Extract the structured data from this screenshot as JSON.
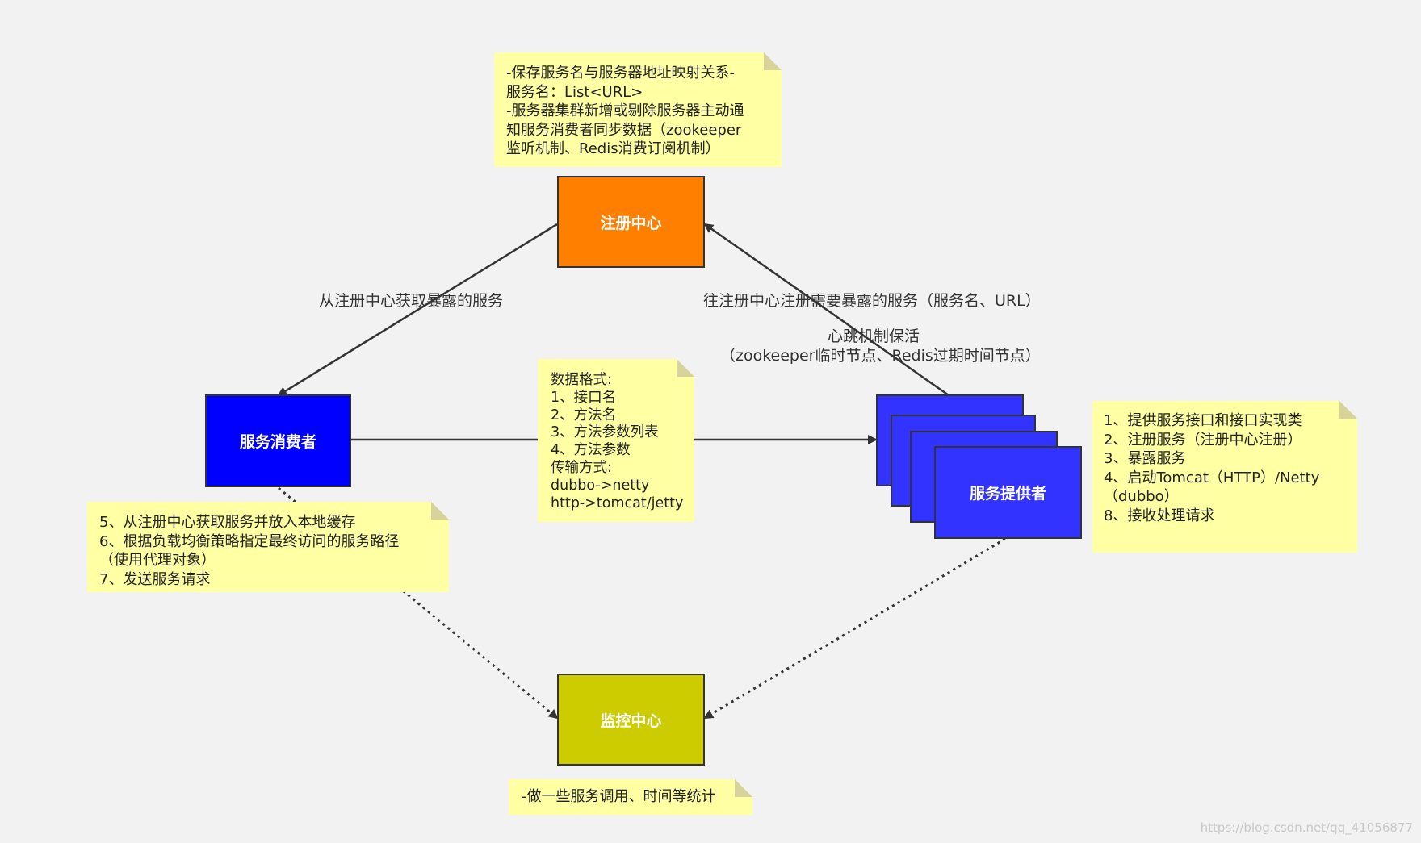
{
  "nodes": {
    "registry": {
      "label": "注册中心",
      "color": "#ff8000"
    },
    "consumer": {
      "label": "服务消费者",
      "color": "#0000ff"
    },
    "provider": {
      "label": "服务提供者",
      "color": "#3333ff"
    },
    "monitor": {
      "label": "监控中心",
      "color": "#cccc00"
    }
  },
  "notes": {
    "registry_note": "-保存服务名与服务器地址映射关系-\n服务名：List<URL>\n-服务器集群新增或剔除服务器主动通\n知服务消费者同步数据（zookeeper\n监听机制、Redis消费订阅机制）",
    "data_format_note": "数据格式:\n1、接口名\n2、方法名\n3、方法参数列表\n4、方法参数\n传输方式:\ndubbo->netty\nhttp->tomcat/jetty",
    "consumer_note": "5、从注册中心获取服务并放入本地缓存\n6、根据负载均衡策略指定最终访问的服务路径\n（使用代理对象）\n7、发送服务请求",
    "provider_note": "1、提供服务接口和接口实现类\n2、注册服务（注册中心注册）\n3、暴露服务\n4、启动Tomcat（HTTP）/Netty\n（dubbo）\n8、接收处理请求",
    "monitor_note": "-做一些服务调用、时间等统计"
  },
  "edge_labels": {
    "get_service": "从注册中心获取暴露的服务",
    "register_service": "往注册中心注册需要暴露的服务（服务名、URL）",
    "heartbeat_1": "心跳机制保活",
    "heartbeat_2": "（zookeeper临时节点、Redis过期时间节点）"
  },
  "watermark": "https://blog.csdn.net/qq_41056877"
}
